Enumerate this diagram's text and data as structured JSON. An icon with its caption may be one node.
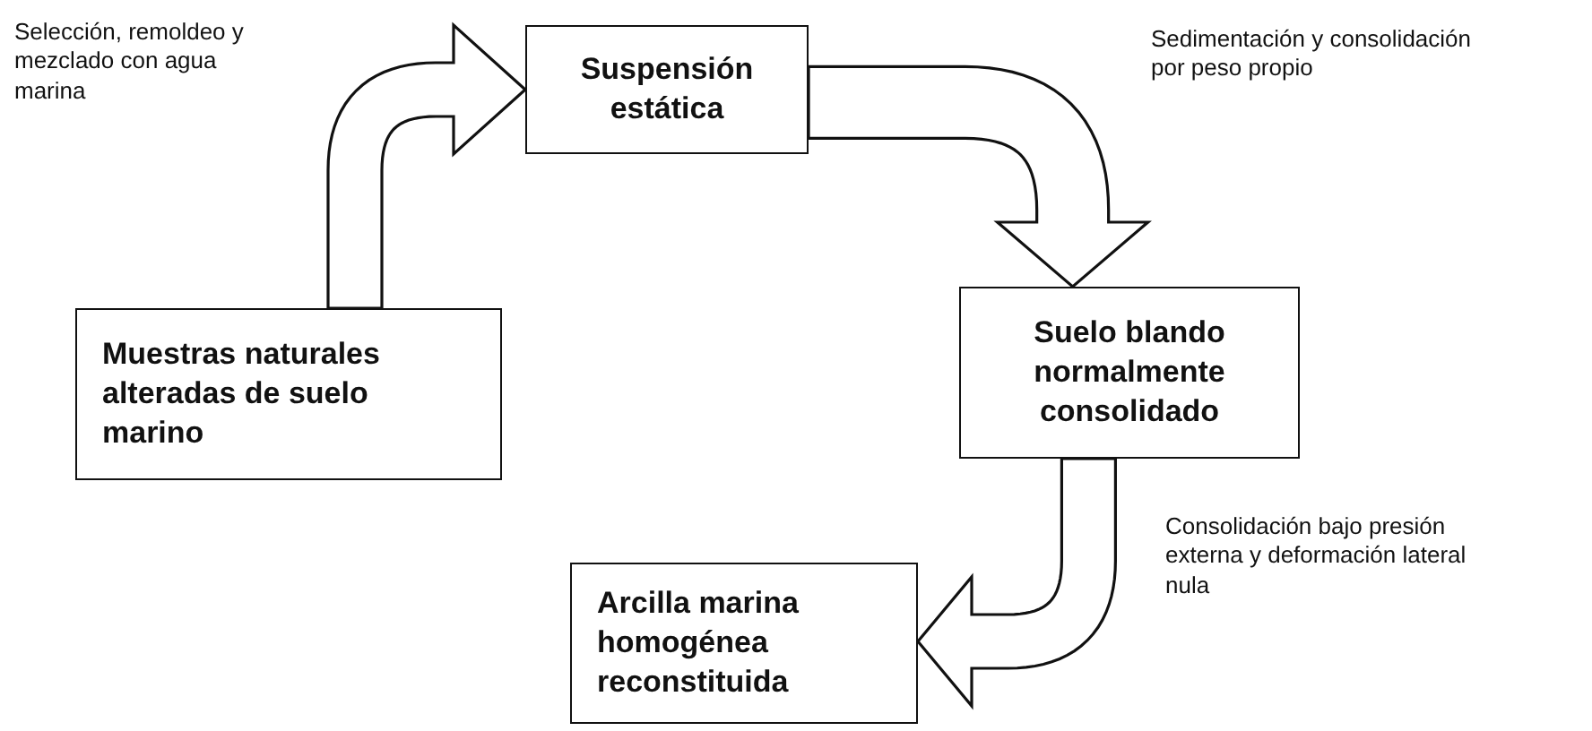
{
  "diagram": {
    "nodes": [
      {
        "text": [
          "Suspensión estática"
        ]
      },
      {
        "text": [
          "Suelo blando normalmente consolidado"
        ]
      },
      {
        "text": [
          "Arcilla marina homogénea reconstituida"
        ]
      },
      {
        "text": [
          "Muestras naturales alteradas de suelo marino"
        ]
      }
    ],
    "edges": [
      {
        "from": 3,
        "to": 0,
        "arrow": "to"
      },
      {
        "from": 0,
        "to": 1,
        "arrow": "to"
      },
      {
        "from": 1,
        "to": 2,
        "arrow": "to"
      }
    ],
    "labels": [
      "Selección, remoldeo y mezclado con agua marina",
      "Sedimentación y consolidación por peso propio",
      "Consolidación bajo presión externa y deformación lateral nula"
    ]
  }
}
